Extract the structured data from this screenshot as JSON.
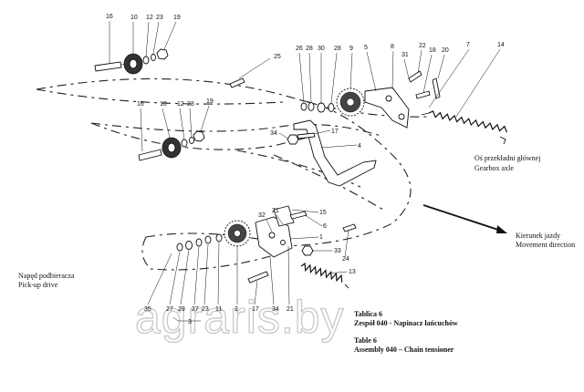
{
  "labels": {
    "gearbox_pl": "Oś przekładni głównej",
    "gearbox_en": "Gearbox axle",
    "direction_pl": "Kierunek jazdy",
    "direction_en": "Movement direction",
    "pickup_pl": "Napęd podbieracza",
    "pickup_en": "Pick-up drive"
  },
  "caption": {
    "table_pl": "Tablica 6",
    "title_pl": "Zespół 040 - Napinacz łańcuchów",
    "table_en": "Table 6",
    "title_en": "Assembly 040 – Chain tensioner"
  },
  "watermark": "agraris.by",
  "callouts": {
    "c16a": "16",
    "c10a": "10",
    "c12a": "12",
    "c23a": "23",
    "c19a": "19",
    "c25": "25",
    "c26": "26",
    "c28a": "28",
    "c30": "30",
    "c28b": "28",
    "c9": "9",
    "c5": "5",
    "c8": "8",
    "c31": "31",
    "c22": "22",
    "c18": "18",
    "c20": "20",
    "c7": "7",
    "c14": "14",
    "c16b": "16",
    "c10b": "10",
    "c12b": "12",
    "c23b": "23",
    "c19b": "19",
    "c34a": "34",
    "c17a": "17",
    "c4": "4",
    "c32": "32",
    "c21a": "21",
    "c15": "15",
    "c6": "6",
    "c1": "1",
    "c33": "33",
    "c24": "24",
    "c13": "13",
    "c35": "35",
    "c27a": "27",
    "c29": "29",
    "c27b": "27",
    "c23c": "23",
    "c11": "11",
    "c2": "2",
    "c17b": "17",
    "c34b": "34",
    "c21b": "21",
    "c3": "3"
  }
}
